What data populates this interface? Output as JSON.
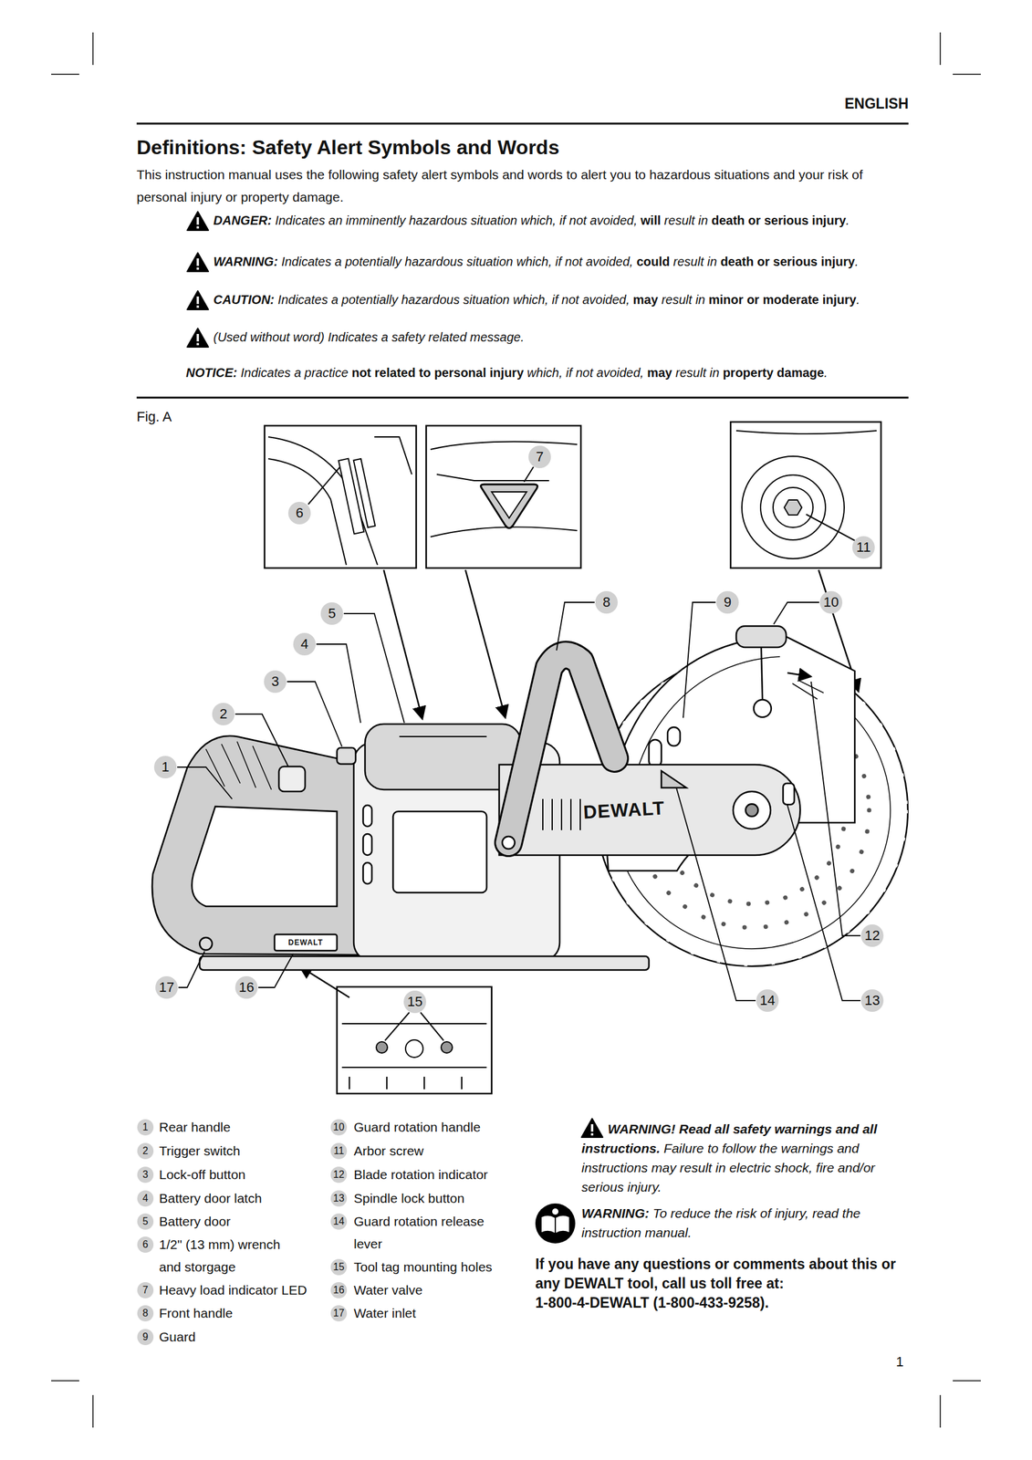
{
  "diagram": {
    "title": "Definitions: Safety Alert Symbols and Words",
    "labels": [
      "ENGLISH",
      "This instruction manual uses the following safety alert symbols and words to alert you to hazardous situations and your risk of personal injury or property damage.",
      "DANGER:",
      "Indicates an imminently hazardous situation which, if not avoided,",
      "will",
      "result in",
      "death or serious injury",
      ".",
      "WARNING:",
      "Indicates a potentially hazardous situation which, if not avoided,",
      "could",
      "result in",
      "death or serious injury",
      ".",
      "CAUTION:",
      "Indicates a potentially hazardous situation which, if not avoided,",
      "may",
      "result in",
      "minor or moderate injury",
      ".",
      "(Used without word) Indicates a safety related message.",
      "NOTICE:",
      "Indicates a practice",
      "not related to personal injury",
      "which, if not avoided,",
      "may",
      "result in",
      "property damage",
      ".",
      "Fig. A",
      "6",
      "7",
      "11",
      "5",
      "8",
      "9",
      "10",
      "4",
      "3",
      "2",
      "1",
      "12",
      "17",
      "16",
      "15",
      "14",
      "13",
      "DEWALT",
      "DEWALT",
      "1",
      "Rear handle",
      "2",
      "Trigger switch",
      "3",
      "Lock-off button",
      "4",
      "Battery door latch",
      "5",
      "Battery door",
      "6",
      "1/2\" (13 mm) wrench and storgage",
      "7",
      "Heavy load indicator LED",
      "8",
      "Front handle",
      "9",
      "Guard",
      "10",
      "Guard rotation handle",
      "11",
      "Arbor screw",
      "12",
      "Blade rotation indicator",
      "13",
      "Spindle lock button",
      "14",
      "Guard rotation release lever",
      "15",
      "Tool tag mounting holes",
      "16",
      "Water valve",
      "17",
      "Water inlet",
      "WARNING! Read all safety warnings and all instructions.",
      "Failure to follow the warnings and instructions may result in electric shock, fire and/or serious injury.",
      "WARNING:",
      "To reduce the risk of injury, read the instruction manual.",
      "If you have any questions or comments about this or any DEWALT tool, call us toll free at:",
      "1-800-4-DEWALT (1-800-433-9258).",
      "1"
    ]
  }
}
